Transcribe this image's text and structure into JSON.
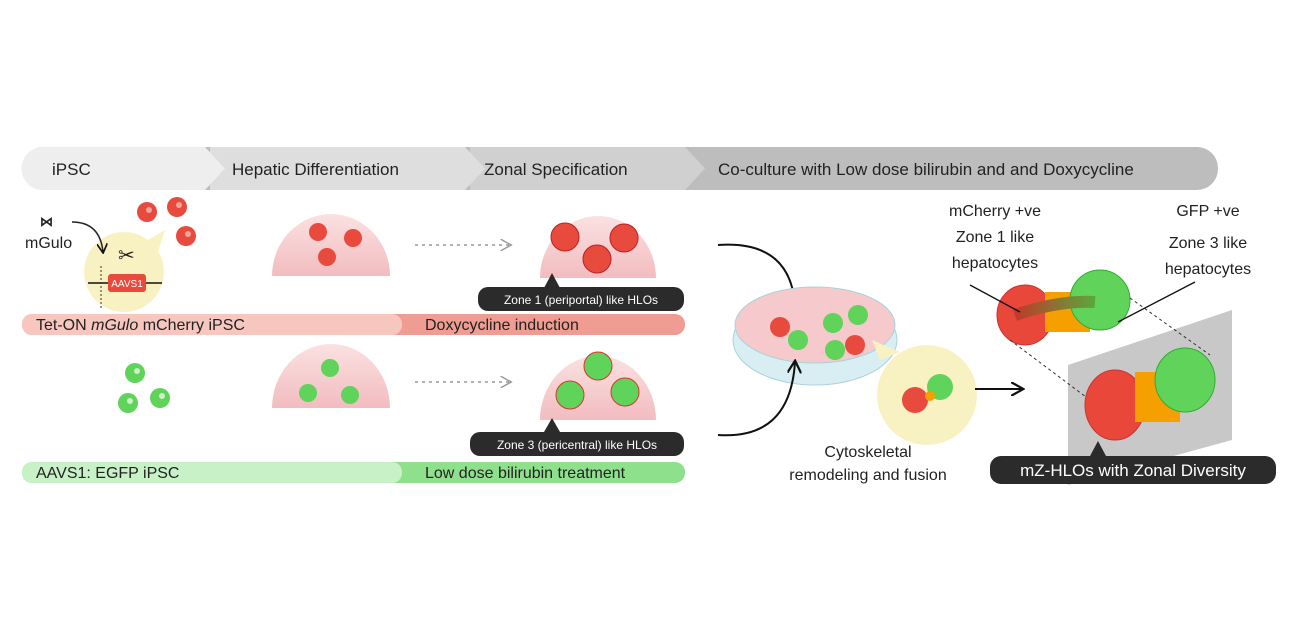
{
  "stages": [
    "iPSC",
    "Hepatic Differentiation",
    "Zonal Specification",
    "Co-culture with Low dose bilirubin and and Doxycycline"
  ],
  "top_row": {
    "gene_label": "mGulo",
    "locus_label": "AAVS1",
    "bar_left": {
      "prefix": "Tet-ON ",
      "italic": "mGulo",
      "suffix": " mCherry iPSC"
    },
    "bar_right": "Doxycycline induction",
    "zone_label": "Zone 1 (periportal) like HLOs"
  },
  "bottom_row": {
    "bar_left": "AAVS1: EGFP iPSC",
    "bar_right": "Low dose bilirubin treatment",
    "zone_label": "Zone 3 (pericentral) like HLOs"
  },
  "fusion": {
    "line1": "Cytoskeletal",
    "line2": "remodeling and fusion"
  },
  "result": {
    "left_annotation": [
      "mCherry +ve",
      "Zone 1 like",
      "hepatocytes"
    ],
    "right_annotation": [
      "GFP +ve",
      "Zone 3 like",
      "hepatocytes"
    ],
    "title": "mZ-HLOs with Zonal Diversity"
  },
  "colors": {
    "red_cell": "#e8473a",
    "green_cell": "#5fd35a",
    "orange_cell": "#f5a000",
    "pink_bar": "#f4bfb7",
    "green_bar": "#bfeec0",
    "dark_label": "#2b2b2b"
  }
}
